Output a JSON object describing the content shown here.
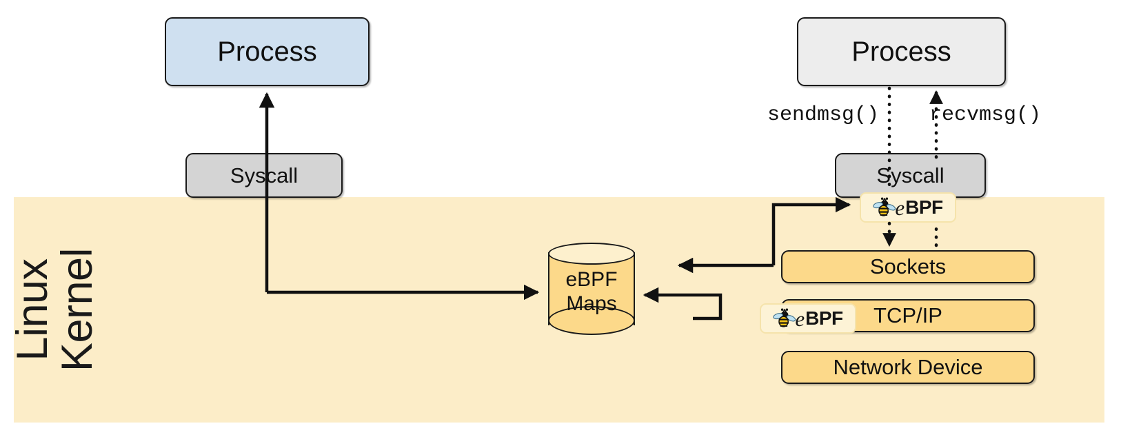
{
  "diagram": {
    "kernel": {
      "label": "Linux\nKernel",
      "background_color": "#fcedc8"
    },
    "left_flow": {
      "process": {
        "label": "Process",
        "color": "#cfe0f0"
      },
      "syscall": {
        "label": "Syscall",
        "color": "#d4d4d4"
      }
    },
    "right_flow": {
      "process": {
        "label": "Process",
        "color": "#ededed"
      },
      "syscall": {
        "label": "Syscall",
        "color": "#d4d4d4"
      },
      "send_call": "sendmsg()",
      "recv_call": "recvmsg()"
    },
    "maps": {
      "line1": "eBPF",
      "line2": "Maps",
      "color": "#fcd98a"
    },
    "kernel_stack": [
      {
        "label": "Sockets",
        "color": "#fcd98a"
      },
      {
        "label": "TCP/IP",
        "color": "#fcd98a"
      },
      {
        "label": "Network Device",
        "color": "#fcd98a"
      }
    ],
    "ebpf_badges": [
      {
        "id": "ebpf-syscall",
        "e": "e",
        "bpf": "BPF",
        "icon": "bee-icon"
      },
      {
        "id": "ebpf-tcpip",
        "e": "e",
        "bpf": "BPF",
        "icon": "bee-icon"
      }
    ],
    "colors": {
      "kernel_band": "#fcedc8",
      "kernel_box": "#fcd98a",
      "process_user": "#cfe0f0",
      "process_kernelside": "#ededed",
      "syscall": "#d4d4d4",
      "badge": "#fdf3d6",
      "stroke": "#111111"
    }
  }
}
